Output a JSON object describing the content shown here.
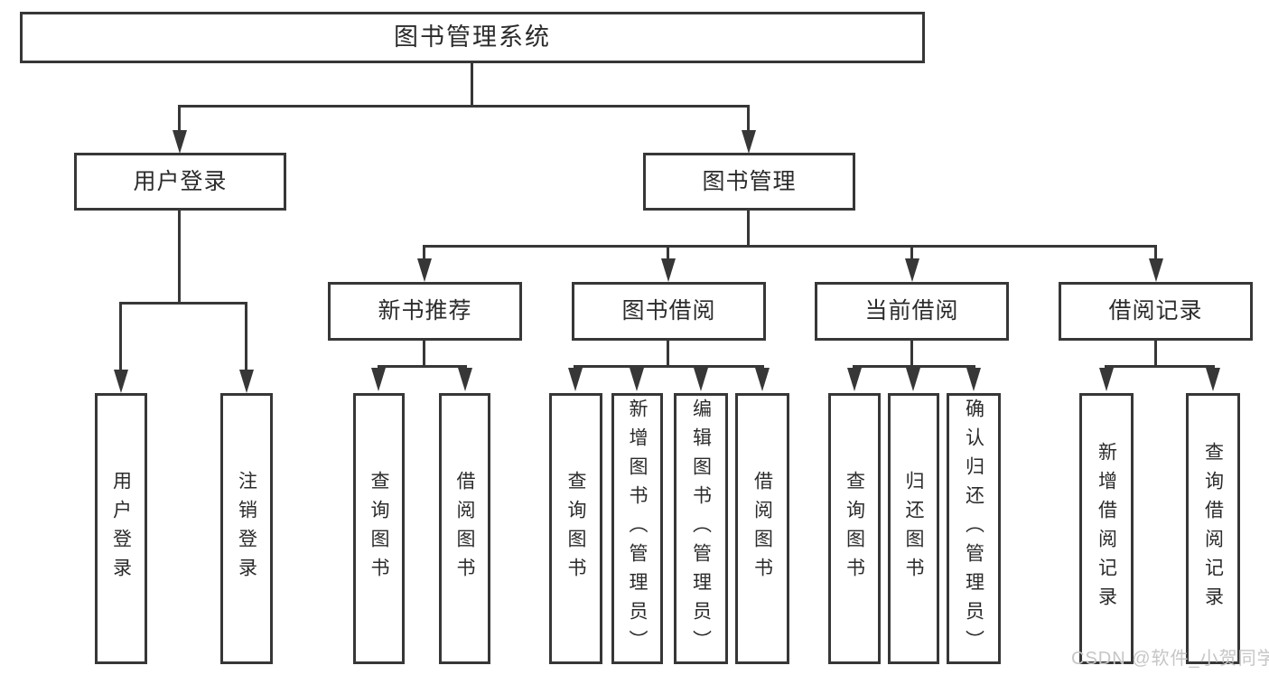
{
  "diagram_title": "图书管理系统",
  "tree": {
    "label": "图书管理系统",
    "children": [
      {
        "label": "用户登录",
        "children": [
          {
            "label": "用户登录"
          },
          {
            "label": "注销登录"
          }
        ]
      },
      {
        "label": "图书管理",
        "children": [
          {
            "label": "新书推荐",
            "children": [
              {
                "label": "查询图书"
              },
              {
                "label": "借阅图书"
              }
            ]
          },
          {
            "label": "图书借阅",
            "children": [
              {
                "label": "查询图书"
              },
              {
                "label": "新增图书（管理员）"
              },
              {
                "label": "编辑图书（管理员）"
              },
              {
                "label": "借阅图书"
              }
            ]
          },
          {
            "label": "当前借阅",
            "children": [
              {
                "label": "查询图书"
              },
              {
                "label": "归还图书"
              },
              {
                "label": "确认归还（管理员）"
              }
            ]
          },
          {
            "label": "借阅记录",
            "children": [
              {
                "label": "新增借阅记录"
              },
              {
                "label": "查询借阅记录"
              }
            ]
          }
        ]
      }
    ]
  },
  "watermark": {
    "text": "CSDN @软件_小贺同学"
  },
  "colors": {
    "line": "#373737",
    "text": "#2b2b2b",
    "background": "#ffffff",
    "watermark": "#c6c6c6"
  }
}
